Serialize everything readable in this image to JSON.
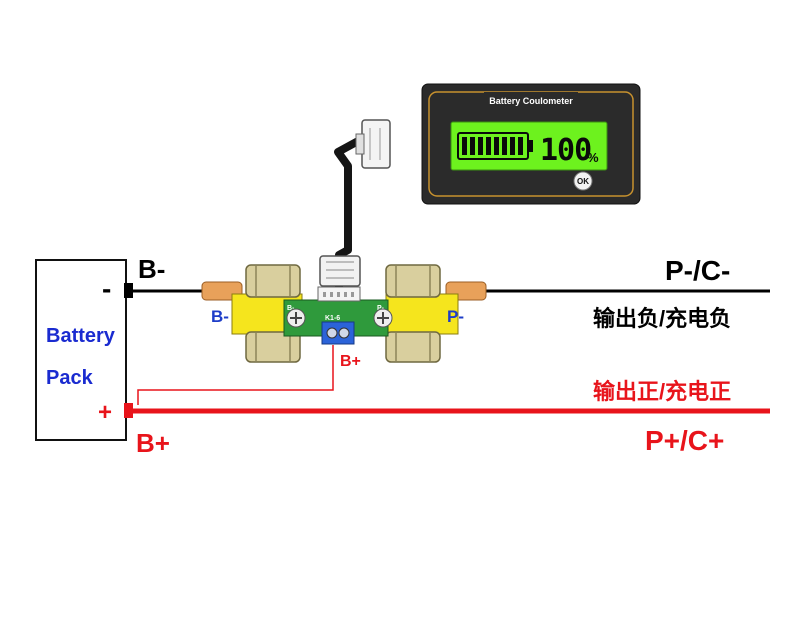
{
  "battery": {
    "label_line1": "Battery",
    "label_line2": "Pack",
    "neg_symbol": "-",
    "pos_symbol": "+"
  },
  "wires": {
    "b_minus_top": "B-",
    "b_plus_bottom": "B+",
    "p_minus_label": "P-/C-",
    "p_minus_cn": "输出负/充电负",
    "p_plus_label": "P+/C+",
    "p_plus_cn": "输出正/充电正"
  },
  "shunt": {
    "b_minus": "B-",
    "p_minus": "P-",
    "b_plus": "B+",
    "board_label": "K1-6",
    "pad_b": "B-",
    "pad_p": "P-",
    "pad_bplus": "B+"
  },
  "coulometer": {
    "title": "Battery Coulometer",
    "percent_value": "100",
    "percent_sign": "%",
    "ok_button": "OK",
    "battery_level": 1.0
  },
  "colors": {
    "negative": "#000000",
    "positive": "#e8141b",
    "shunt_label": "#1e3dc8",
    "lcd": "#6df21e",
    "body": "#2b2b2b"
  }
}
